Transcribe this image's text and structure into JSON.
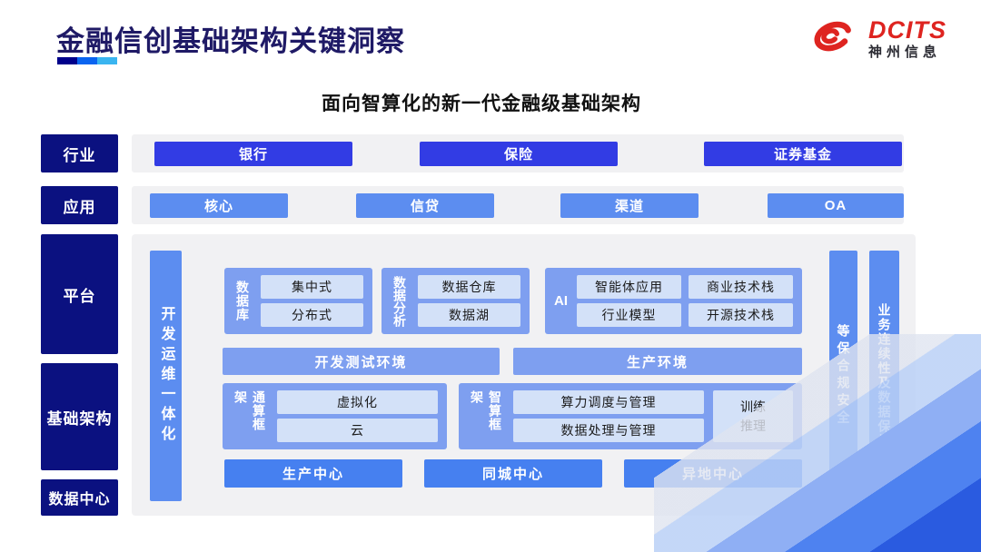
{
  "header": {
    "title": "金融信创基础架构关键洞察",
    "logo": {
      "brand": "DCITS",
      "subbrand": "神州信息"
    },
    "subtitle": "面向智算化的新一代金融级基础架构"
  },
  "rails": {
    "industry": "行业",
    "application": "应用",
    "platform": "平台",
    "infrastructure": "基础架构",
    "datacenter": "数据中心"
  },
  "industry_row": {
    "items": [
      "银行",
      "保险",
      "证券基金"
    ]
  },
  "application_row": {
    "items": [
      "核心",
      "信贷",
      "渠道",
      "OA"
    ]
  },
  "platform": {
    "devops_bar": "开发运维一体化",
    "database": {
      "label": "数据库",
      "items": [
        "集中式",
        "分布式"
      ]
    },
    "data_analysis": {
      "label": "数据分析",
      "items": [
        "数据仓库",
        "数据湖"
      ]
    },
    "ai": {
      "label": "AI",
      "items": [
        "智能体应用",
        "商业技术栈",
        "行业模型",
        "开源技术栈"
      ]
    },
    "env_dev": "开发测试环境",
    "env_prod": "生产环境",
    "general_compute": {
      "label": "通算框架",
      "items": [
        "虚拟化",
        "云"
      ]
    },
    "ai_compute": {
      "label": "智算框架",
      "items": [
        "算力调度与管理",
        "数据处理与管理"
      ],
      "side": "训练推理"
    },
    "centers": [
      "生产中心",
      "同城中心",
      "异地中心"
    ],
    "security_bar": "等保合规安全",
    "continuity_bar": "业务连续性及数据保护"
  },
  "colors": {
    "rail_navy": "#0B1180",
    "industry_blue": "#323CE4",
    "application_blue": "#5C8DF0",
    "periwinkle": "#7E9FF0",
    "pale_chip": "#D3E1F8",
    "center_blue": "#4680F0",
    "container_gray": "#F1F1F3",
    "brand_red": "#DE2420",
    "underline": [
      "#00008B",
      "#0A64F0",
      "#3AB5F0"
    ]
  }
}
